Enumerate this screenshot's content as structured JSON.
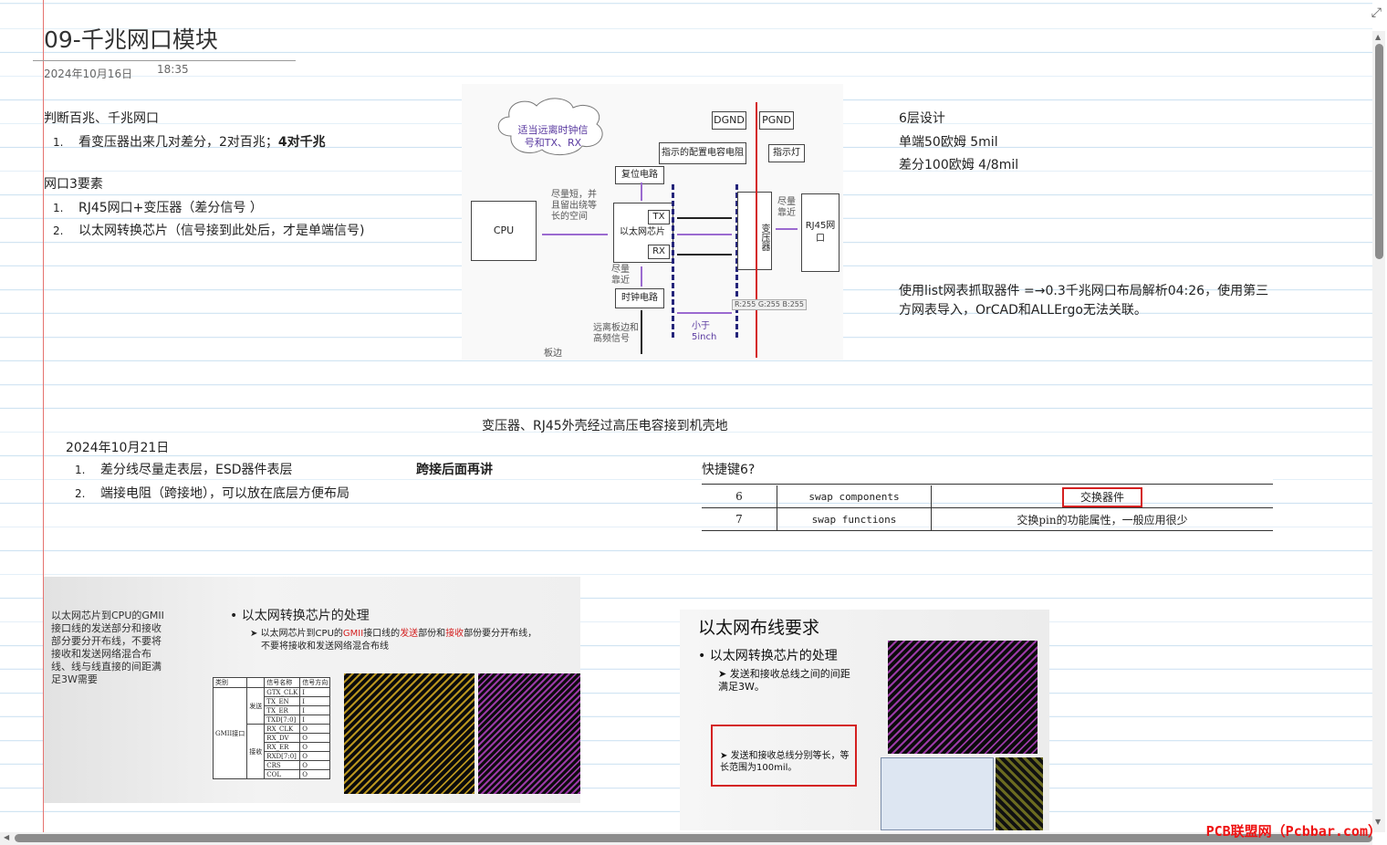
{
  "page": {
    "title": "09-千兆网口模块",
    "date": "2024年10月16日",
    "time": "18:35"
  },
  "section1": {
    "heading": "判断百兆、千兆网口",
    "items": [
      {
        "num": "1.",
        "text": "看变压器出来几对差分，2对百兆；",
        "bold": "4对千兆"
      }
    ]
  },
  "section2": {
    "heading": "网口3要素",
    "items": [
      {
        "num": "1.",
        "text": "RJ45网口+变压器（差分信号 ）"
      },
      {
        "num": "2.",
        "text": "以太网转换芯片（信号接到此处后，才是单端信号)"
      }
    ]
  },
  "diagram": {
    "cloud": "适当远离时钟信号和TX、RX",
    "dgnd": "DGND",
    "pgnd": "PGND",
    "config_cap": "指示的配置电容电阻",
    "indicator": "指示灯",
    "reset": "复位电路",
    "cpu": "CPU",
    "note_short": "尽量短，并且留出绕等长的空间",
    "phy": "以太网芯片",
    "tx": "TX",
    "rx": "RX",
    "transformer": "变压器",
    "note_near1": "尽量靠近",
    "rj45": "RJ45网口",
    "note_near2": "尽量靠近",
    "clock": "时钟电路",
    "rgb": "R:255 G:255 B:255",
    "note_edge": "远离板边和高频信号",
    "note_less": "小于5inch",
    "board_edge": "板边"
  },
  "right_notes": {
    "layers": "6层设计",
    "single": "单端50欧姆 5mil",
    "diff": "差分100欧姆 4/8mil",
    "list_note_1": "使用list网表抓取器件 =→0.3千兆网口布局解析04:26，使用第三",
    "list_note_2": "方网表导入，OrCAD和ALLErgo无法关联。"
  },
  "center_caption": "变压器、RJ45外壳经过高压电容接到机壳地",
  "section3": {
    "date": "2024年10月21日",
    "items": [
      {
        "num": "1.",
        "text": "差分线尽量走表层，ESD器件表层"
      },
      {
        "num": "2.",
        "text": "端接电阻（跨接地），可以放在底层方便布局"
      }
    ],
    "aside": "跨接后面再讲"
  },
  "shortcut": {
    "label": "快捷键6?",
    "rows": [
      {
        "no": "6",
        "cmd": "swap components",
        "desc": "交换器件"
      },
      {
        "no": "7",
        "cmd": "swap functions",
        "desc": "交换pin的功能属性，一般应用很少"
      }
    ]
  },
  "slide1": {
    "left_note": "以太网芯片到CPU的GMII接口线的发送部分和接收部分要分开布线，不要将接收和发送网络混合布线、线与线直接的间距满足3W需要",
    "bullet": "以太网转换芯片的处理",
    "sub_1": "以太网芯片到CPU的",
    "sub_gmii": "GMII",
    "sub_2": "接口线的",
    "sub_send": "发送",
    "sub_3": "部份和",
    "sub_recv": "接收",
    "sub_4": "部份要分开布线，",
    "sub_line2": "不要将接收和发送网络混合布线",
    "table_headers": [
      "类别",
      "信号名称",
      "信号方向"
    ],
    "group": "GMII接口",
    "send": "发送",
    "recv": "接收",
    "signals": [
      {
        "name": "GTX_CLK",
        "dir": "I"
      },
      {
        "name": "TX_EN",
        "dir": "I"
      },
      {
        "name": "TX_ER",
        "dir": "I"
      },
      {
        "name": "TXD[7:0]",
        "dir": "I"
      },
      {
        "name": "RX_CLK",
        "dir": "O"
      },
      {
        "name": "RX_DV",
        "dir": "O"
      },
      {
        "name": "RX_ER",
        "dir": "O"
      },
      {
        "name": "RXD[7:0]",
        "dir": "O"
      },
      {
        "name": "CRS",
        "dir": "O"
      },
      {
        "name": "COL",
        "dir": "O"
      }
    ]
  },
  "slide2": {
    "title": "以太网布线要求",
    "bullet": "以太网转换芯片的处理",
    "sub1": "发送和接收总线之间的间距满足3W。",
    "sub2": "发送和接收总线分别等长，等长范围为100mil。"
  },
  "watermark": "PCB联盟网（Pcbbar.com）",
  "colors": {
    "margin": "#e5736f",
    "accent_red": "#d42020",
    "diagram_purple": "#9b6ad0",
    "pcb_gold": "#b8941f",
    "pcb_purple": "#9a3aa6"
  }
}
